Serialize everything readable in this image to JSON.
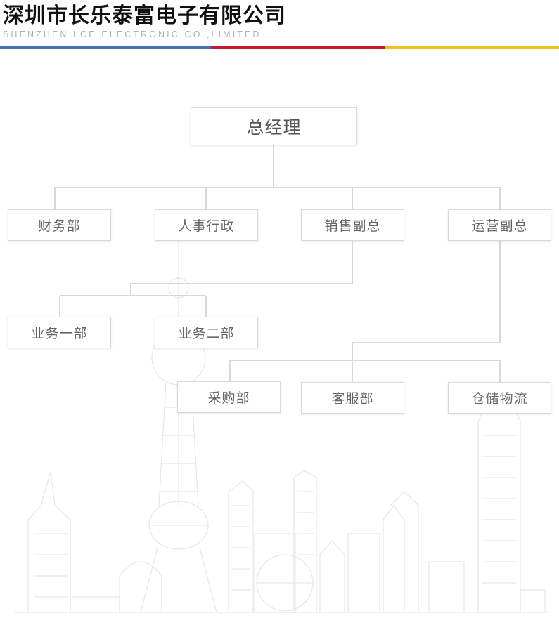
{
  "header": {
    "title": "深圳市长乐泰富电子有限公司",
    "subtitle": "SHENZHEN LCE ELECTRONIC CO.,LIMITED"
  },
  "colors": {
    "bar_blue": "#4a6eaf",
    "bar_red": "#c8192e",
    "bar_yellow": "#efc21f",
    "connector": "#d8d8d8",
    "skyline": "#e6e6e6"
  },
  "org": {
    "root": "总经理",
    "level1": [
      "财务部",
      "人事行政",
      "销售副总",
      "运营副总"
    ],
    "sales": [
      "业务一部",
      "业务二部"
    ],
    "operations": [
      "采购部",
      "客服部",
      "仓储物流"
    ]
  }
}
